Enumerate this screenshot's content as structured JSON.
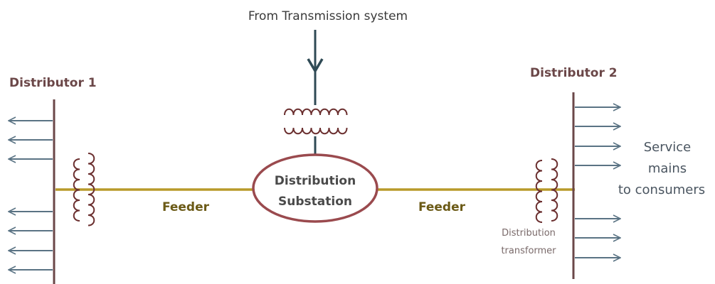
{
  "title": "From Transmission system",
  "distributor_1": "Distributor 1",
  "distributor_2": "Distributor 2",
  "substation": {
    "line1": "Distribution",
    "line2": "Substation"
  },
  "feeder_left": "Feeder",
  "feeder_right": "Feeder",
  "transformer_label": {
    "line1": "Distribution",
    "line2": "transformer"
  },
  "service_label": {
    "line1": "Service",
    "line2": "mains",
    "line3": "to consumers"
  },
  "colors": {
    "busbar": "#6b4748",
    "coil": "#6b2f2f",
    "feeder": "#b89a2a",
    "arrow": "#5a7384",
    "ellipse": "#9a4a4e",
    "incoming": "#2f4a55"
  }
}
